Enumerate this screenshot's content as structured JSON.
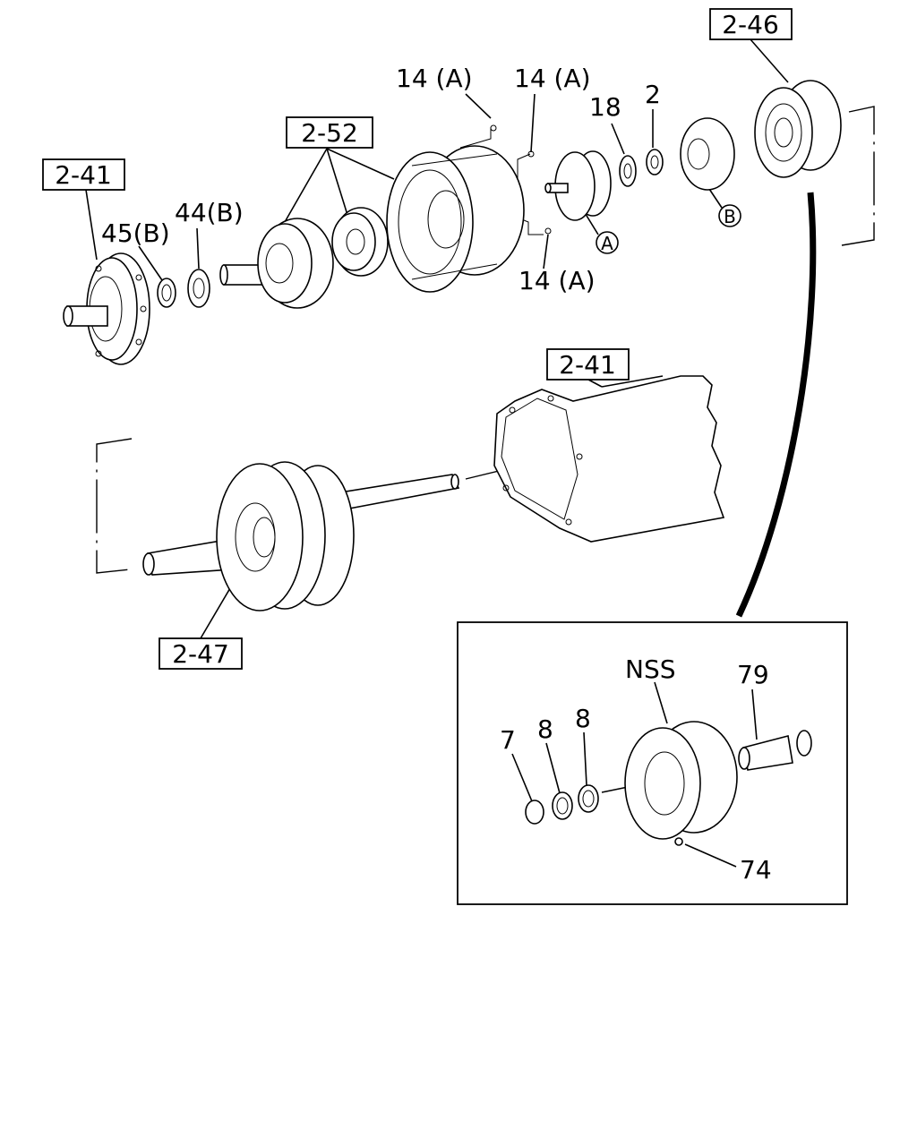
{
  "callouts": {
    "ref_2_46": "2-46",
    "ref_2_52": "2-52",
    "ref_2_41_top": "2-41",
    "ref_2_41_case": "2-41",
    "ref_2_47": "2-47",
    "p14a_1": "14 (A)",
    "p14a_2": "14 (A)",
    "p14a_3": "14 (A)",
    "p18": "18",
    "p2": "2",
    "p45b": "45(B)",
    "p44b": "44(B)",
    "marker_a": "A",
    "marker_b": "B"
  },
  "detail_inset": {
    "nss": "NSS",
    "p79": "79",
    "p7": "7",
    "p8_left": "8",
    "p8_right": "8",
    "p74": "74"
  }
}
